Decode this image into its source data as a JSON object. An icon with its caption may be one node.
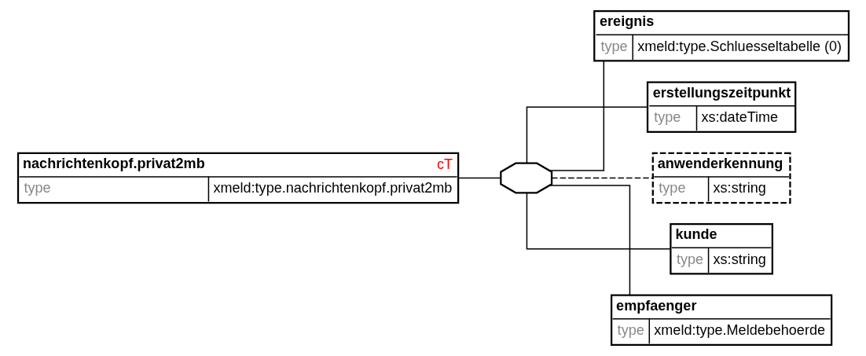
{
  "diagram": {
    "nodes": [
      {
        "text": [
          "nachrichtenkopf.privat2mb",
          "cT",
          "type",
          "xmeld:type.nachrichtenkopf.privat2mb"
        ]
      },
      {
        "text": [],
        "shape": "octagon"
      },
      {
        "text": [
          "ereignis",
          "type",
          "xmeld:type.Schluesseltabelle (0)"
        ]
      },
      {
        "text": [
          "erstellungszeitpunkt",
          "type",
          "xs:dateTime"
        ]
      },
      {
        "text": [
          "anwenderkennung",
          "type",
          "xs:string"
        ]
      },
      {
        "text": [
          "kunde",
          "type",
          "xs:string"
        ]
      },
      {
        "text": [
          "empfaenger",
          "type",
          "xmeld:type.Meldebehoerde"
        ]
      }
    ],
    "edges": [
      {
        "from": 0,
        "to": 1,
        "arrow": "none"
      },
      {
        "from": 1,
        "to": 2,
        "arrow": "none"
      },
      {
        "from": 1,
        "to": 3,
        "arrow": "none"
      },
      {
        "from": 1,
        "to": 4,
        "arrow": "none",
        "style": "dashed"
      },
      {
        "from": 1,
        "to": 5,
        "arrow": "none"
      },
      {
        "from": 1,
        "to": 6,
        "arrow": "none"
      }
    ]
  }
}
